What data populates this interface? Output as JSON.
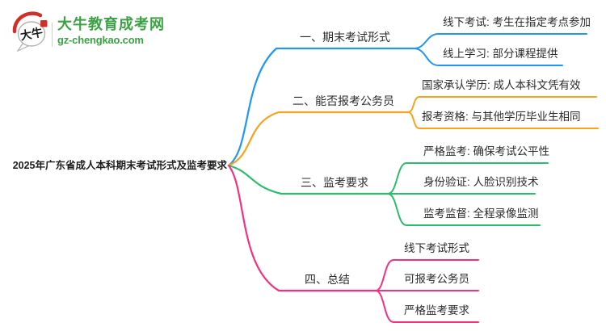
{
  "logo": {
    "icon_text": "大牛",
    "title": "大牛教育成考网",
    "domain": "gz-chengkao.com",
    "brand_green": "#3BA243",
    "seal_red": "#CF3128"
  },
  "central_topic": "2025年广东省成人本科期末考试形式及监考要求",
  "colors": {
    "text": "#2b2b2b",
    "background": "#ffffff"
  },
  "branches": [
    {
      "label": "一、期末考试形式",
      "color": "#2196F3",
      "children": [
        {
          "label": "线下考试: 考生在指定考点参加"
        },
        {
          "label": "线上学习: 部分课程提供"
        }
      ]
    },
    {
      "label": "二、能否报考公务员",
      "color": "#FAA21D",
      "children": [
        {
          "label": "国家承认学历: 成人本科文凭有效"
        },
        {
          "label": "报考资格: 与其他学历毕业生相同"
        }
      ]
    },
    {
      "label": "三、监考要求",
      "color": "#2ABD6B",
      "children": [
        {
          "label": "严格监考: 确保考试公平性"
        },
        {
          "label": "身份验证: 人脸识别技术"
        },
        {
          "label": "监考监督: 全程录像监测"
        }
      ]
    },
    {
      "label": "四、总结",
      "color": "#F5317F",
      "children": [
        {
          "label": "线下考试形式"
        },
        {
          "label": "可报考公务员"
        },
        {
          "label": "严格监考要求"
        }
      ]
    }
  ]
}
